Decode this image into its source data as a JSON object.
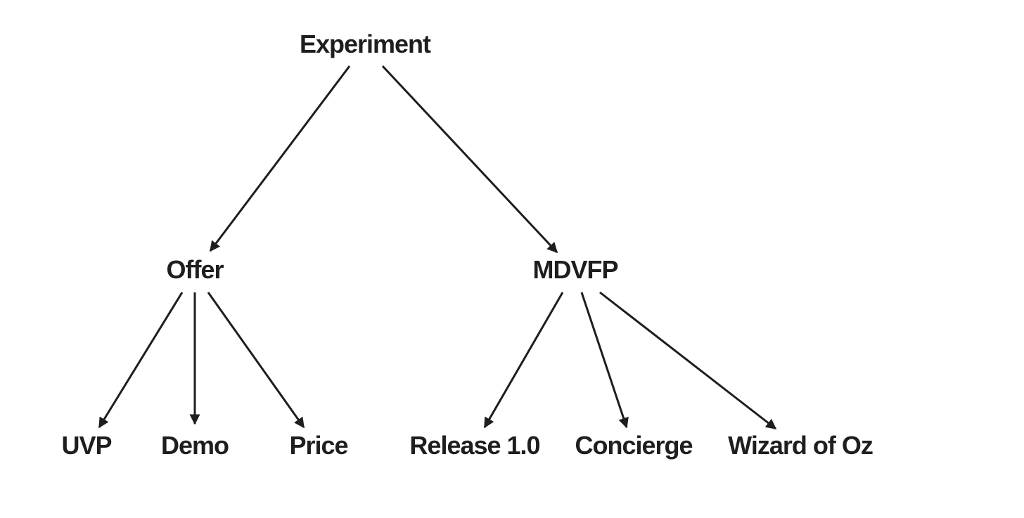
{
  "colors": {
    "ink": "#1e1e1e",
    "background": "#ffffff"
  },
  "nodes": {
    "experiment": "Experiment",
    "offer": "Offer",
    "mdvfp": "MDVFP",
    "uvp": "UVP",
    "demo": "Demo",
    "price": "Price",
    "release": "Release 1.0",
    "concierge": "Concierge",
    "wizard": "Wizard of Oz"
  },
  "edges": [
    {
      "from": "experiment",
      "to": "offer"
    },
    {
      "from": "experiment",
      "to": "mdvfp"
    },
    {
      "from": "offer",
      "to": "uvp"
    },
    {
      "from": "offer",
      "to": "demo"
    },
    {
      "from": "offer",
      "to": "price"
    },
    {
      "from": "mdvfp",
      "to": "release"
    },
    {
      "from": "mdvfp",
      "to": "concierge"
    },
    {
      "from": "mdvfp",
      "to": "wizard"
    }
  ]
}
